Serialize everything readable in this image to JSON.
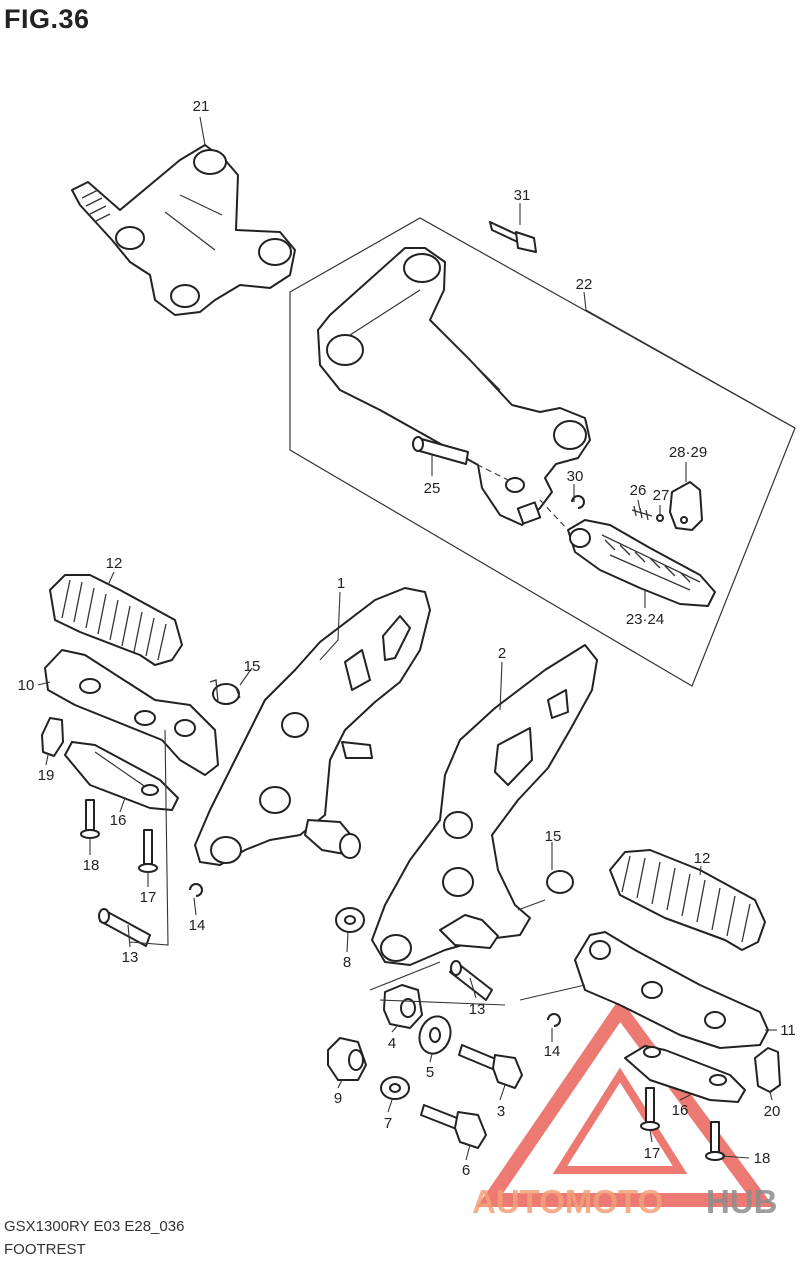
{
  "header": {
    "figure": "FIG.36"
  },
  "footer": {
    "code": "GSX1300RY E03 E28_036",
    "name": "FOOTREST"
  },
  "watermark": {
    "text_primary": "AUTOMOTO",
    "text_secondary": "HUB",
    "color_primary": "#f4a07a",
    "color_secondary": "#8c8c8c",
    "triangle_color": "#e85a4f"
  },
  "callouts": [
    {
      "id": "c21",
      "label": "21"
    },
    {
      "id": "c31",
      "label": "31"
    },
    {
      "id": "c22",
      "label": "22"
    },
    {
      "id": "c28_29",
      "label": "28·29"
    },
    {
      "id": "c30",
      "label": "30"
    },
    {
      "id": "c26",
      "label": "26"
    },
    {
      "id": "c27",
      "label": "27"
    },
    {
      "id": "c25",
      "label": "25"
    },
    {
      "id": "c23_24",
      "label": "23·24"
    },
    {
      "id": "c12a",
      "label": "12"
    },
    {
      "id": "c1",
      "label": "1"
    },
    {
      "id": "c15a",
      "label": "15"
    },
    {
      "id": "c10",
      "label": "10"
    },
    {
      "id": "c19",
      "label": "19"
    },
    {
      "id": "c16a",
      "label": "16"
    },
    {
      "id": "c18a",
      "label": "18"
    },
    {
      "id": "c17a",
      "label": "17"
    },
    {
      "id": "c14a",
      "label": "14"
    },
    {
      "id": "c13a",
      "label": "13"
    },
    {
      "id": "c2",
      "label": "2"
    },
    {
      "id": "c15b",
      "label": "15"
    },
    {
      "id": "c12b",
      "label": "12"
    },
    {
      "id": "c8",
      "label": "8"
    },
    {
      "id": "c13b",
      "label": "13"
    },
    {
      "id": "c11",
      "label": "11"
    },
    {
      "id": "c14b",
      "label": "14"
    },
    {
      "id": "c4",
      "label": "4"
    },
    {
      "id": "c5",
      "label": "5"
    },
    {
      "id": "c20",
      "label": "20"
    },
    {
      "id": "c9",
      "label": "9"
    },
    {
      "id": "c3",
      "label": "3"
    },
    {
      "id": "c16b",
      "label": "16"
    },
    {
      "id": "c7",
      "label": "7"
    },
    {
      "id": "c17b",
      "label": "17"
    },
    {
      "id": "c18b",
      "label": "18"
    },
    {
      "id": "c6",
      "label": "6"
    }
  ]
}
